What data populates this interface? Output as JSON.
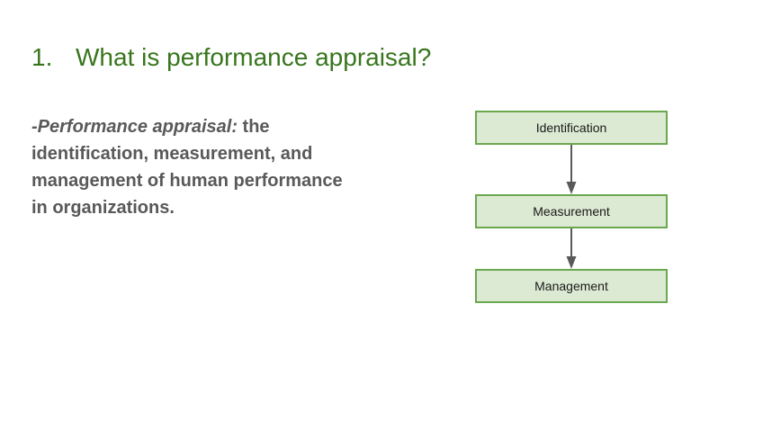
{
  "slide": {
    "background_color": "#ffffff"
  },
  "title": {
    "number": "1.",
    "text": "What is performance appraisal?",
    "color": "#38761d"
  },
  "body": {
    "lead": "-Performance appraisal:",
    "line1_rest": " the",
    "line2": "identification, measurement, and",
    "line3": "management of human performance",
    "line4": "in organizations.",
    "color": "#595959"
  },
  "diagram": {
    "boxes": [
      {
        "label": "Identification"
      },
      {
        "label": "Measurement"
      },
      {
        "label": "Management"
      }
    ],
    "connections": [
      {
        "from": "Identification",
        "to": "Measurement"
      },
      {
        "from": "Measurement",
        "to": "Management"
      }
    ],
    "box_fill_color": "#dcead3",
    "box_border_color": "#6aa84f",
    "box_text_color": "#1a1a1a",
    "arrow_color": "#595959"
  }
}
